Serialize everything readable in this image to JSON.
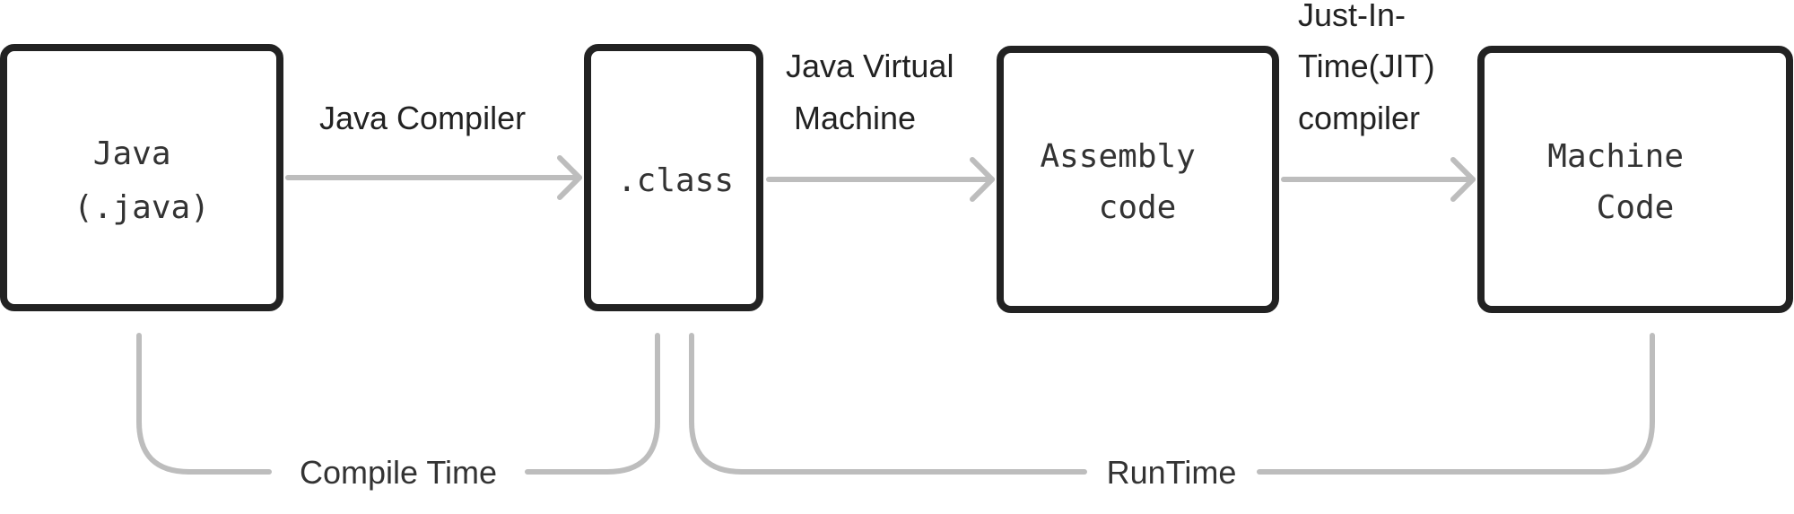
{
  "nodes": [
    {
      "id": "java-source",
      "lines": [
        "Java",
        "(.java)"
      ]
    },
    {
      "id": "class-file",
      "lines": [
        ".class"
      ]
    },
    {
      "id": "assembly",
      "lines": [
        "Assembly",
        "code"
      ]
    },
    {
      "id": "machine",
      "lines": [
        "Machine",
        "Code"
      ]
    }
  ],
  "edges": [
    {
      "id": "java-compiler",
      "lines": [
        "Java Compiler"
      ]
    },
    {
      "id": "jvm",
      "lines": [
        "Java Virtual",
        "Machine"
      ]
    },
    {
      "id": "jit",
      "lines": [
        "Just-In-",
        "Time(JIT)",
        "compiler"
      ]
    }
  ],
  "phases": {
    "compile": "Compile Time",
    "runtime": "RunTime"
  }
}
